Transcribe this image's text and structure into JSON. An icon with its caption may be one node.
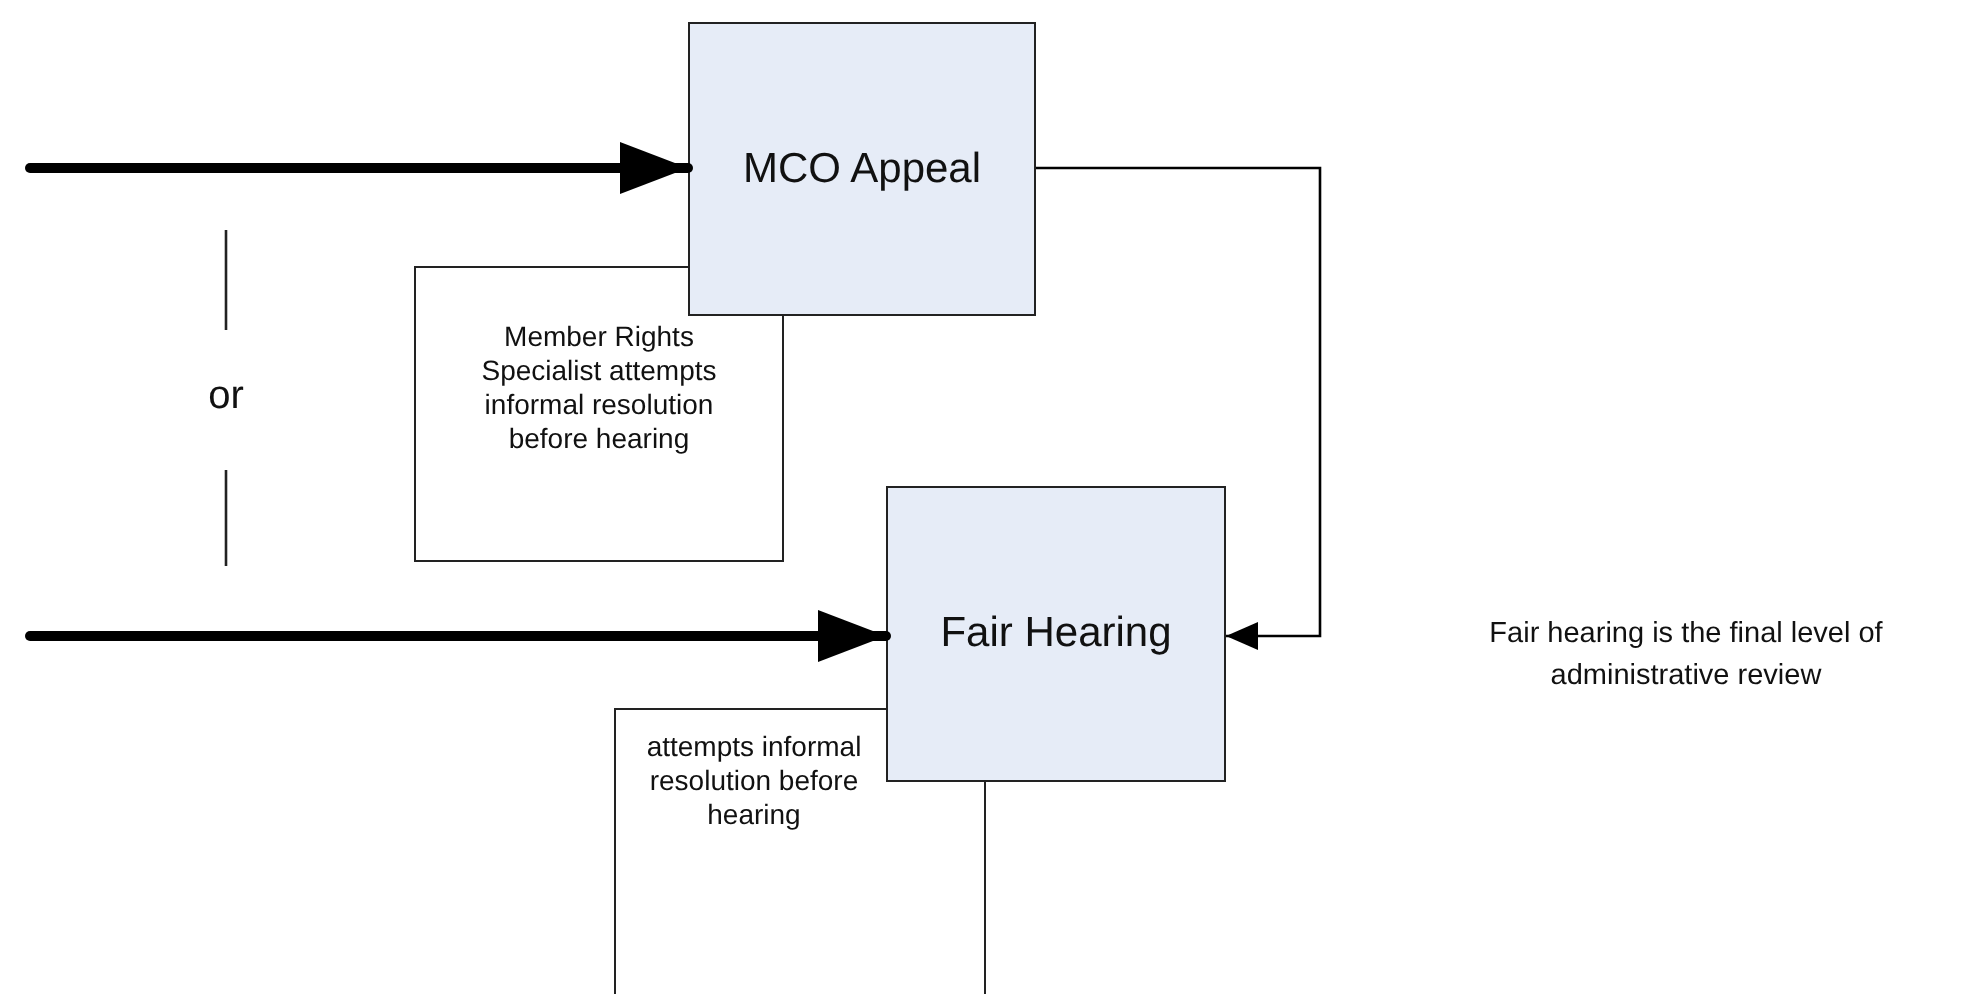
{
  "diagram": {
    "nodes": [
      {
        "text": [
          "MCO Appeal"
        ]
      },
      {
        "text": [
          "Member Rights Specialist attempts informal resolution before hearing"
        ]
      },
      {
        "text": [
          "Fair Hearing"
        ]
      },
      {
        "text": [
          "attempts informal resolution before hearing"
        ]
      }
    ],
    "edges": [
      {
        "from": null,
        "to": 0,
        "arrow": "to"
      },
      {
        "from": null,
        "to": 2,
        "arrow": "to"
      },
      {
        "from": 0,
        "to": 2,
        "arrow": "to"
      }
    ],
    "labels": [
      "or",
      "Fair hearing is the final level of administrative review"
    ]
  }
}
